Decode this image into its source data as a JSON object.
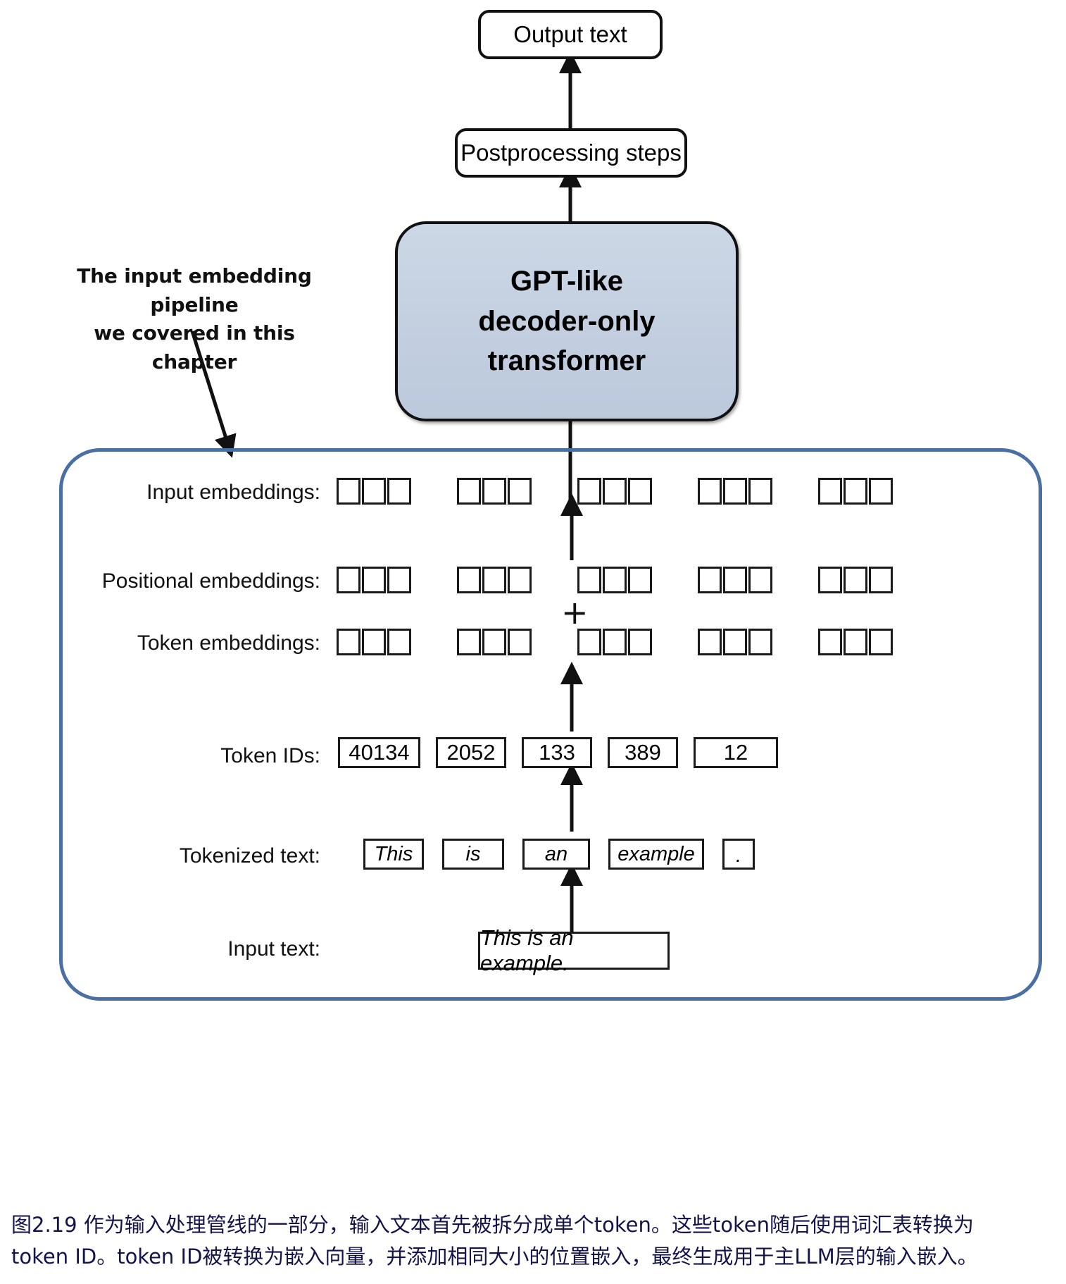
{
  "diagram": {
    "top_nodes": {
      "output_text": "Output text",
      "postprocessing": "Postprocessing steps",
      "transformer_line1": "GPT-like",
      "transformer_line2": "decoder-only",
      "transformer_line3": "transformer"
    },
    "annotation": {
      "line1": "The input embedding pipeline",
      "line2": "we covered in this chapter"
    },
    "row_labels": {
      "input_embeddings": "Input embeddings:",
      "positional_embeddings": "Positional embeddings:",
      "token_embeddings": "Token embeddings:",
      "token_ids": "Token IDs:",
      "tokenized_text": "Tokenized text:",
      "input_text": "Input text:"
    },
    "plus_symbol": "+",
    "embedding_cells_per_group": 3,
    "embedding_groups": 5,
    "token_ids": [
      "40134",
      "2052",
      "133",
      "389",
      "12"
    ],
    "tokens": [
      "This",
      "is",
      "an",
      "example",
      "."
    ],
    "input_text_value": "This is an example.",
    "colors": {
      "transformer_fill": "#c3cfe0",
      "container_border": "#4a6fa5",
      "stroke": "#111111",
      "caption_text": "#14144b"
    }
  },
  "caption": {
    "line1": "图2.19 作为输入处理管线的一部分，输入文本首先被拆分成单个token。这些token随后使用词汇表转换为",
    "line2": "token ID。token ID被转换为嵌入向量，并添加相同大小的位置嵌入，最终生成用于主LLM层的输入嵌入。"
  }
}
